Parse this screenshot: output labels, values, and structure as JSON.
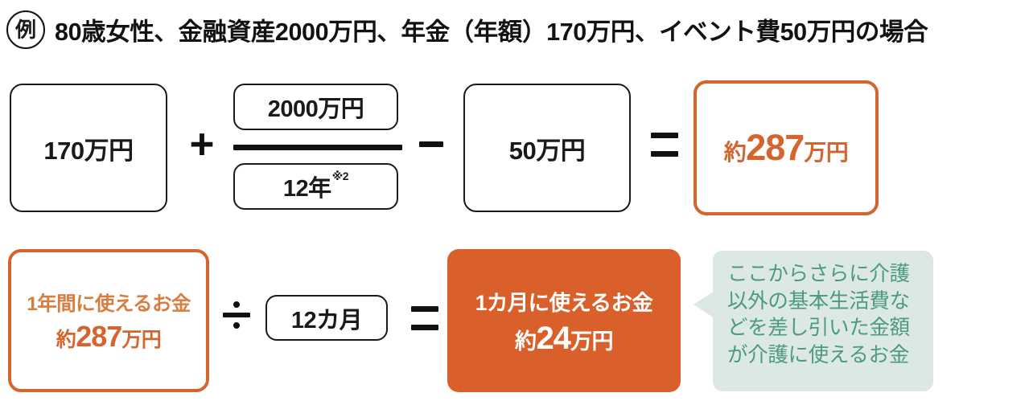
{
  "title": {
    "badge": "例",
    "text": "80歳女性、金融資産2000万円、年金（年額）170万円、イベント費50万円の場合"
  },
  "colors": {
    "orange_border": "#d4652e",
    "orange_fill": "#d9602a",
    "orange_text": "#d4652e",
    "orange_text_light": "#d87d40",
    "green_bg": "#dce9e2",
    "green_text": "#4d9a80",
    "black": "#111111"
  },
  "row1": {
    "pension_amount": "170万円",
    "operator_plus": "+",
    "fraction": {
      "numerator": "2000万円",
      "denominator": "12年",
      "denominator_footnote": "※2"
    },
    "operator_minus": "−",
    "event_amount": "50万円",
    "operator_equals": "=",
    "result_prefix": "約",
    "result_number": "287",
    "result_suffix": "万円"
  },
  "row2": {
    "annual_label": "1年間に使えるお金",
    "annual_value_prefix": "約",
    "annual_value_number": "287",
    "annual_value_suffix": "万円",
    "operator_divide": "÷",
    "months": "12カ月",
    "operator_equals": "=",
    "monthly_label": "1カ月に使えるお金",
    "monthly_value_prefix": "約",
    "monthly_value_number": "24",
    "monthly_value_suffix": "万円"
  },
  "callout": {
    "text": "ここからさらに介護以外の基本生活費などを差し引いた金額が介護に使えるお金"
  }
}
